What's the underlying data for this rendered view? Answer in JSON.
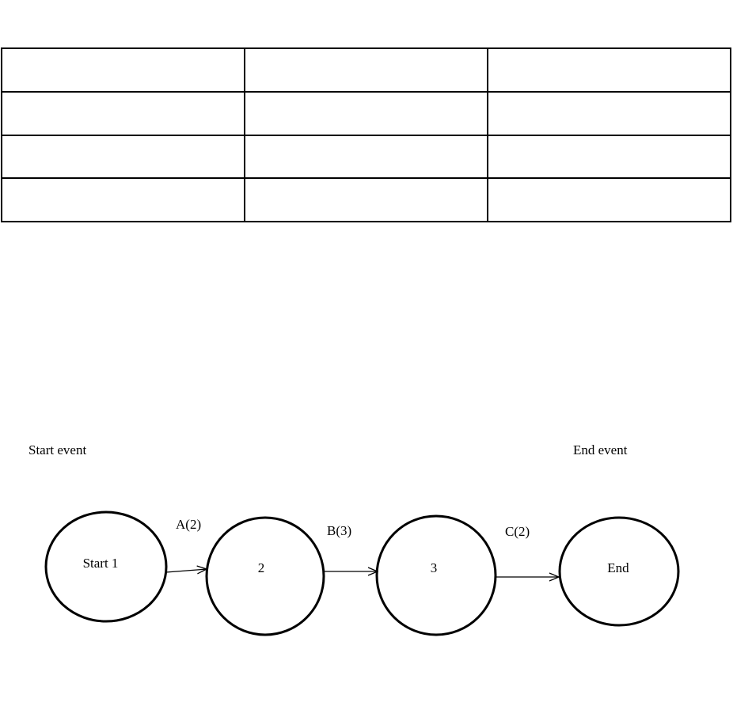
{
  "table": {
    "rows": [
      [
        "",
        "",
        ""
      ],
      [
        "",
        "",
        ""
      ],
      [
        "",
        "",
        ""
      ],
      [
        "",
        "",
        ""
      ]
    ]
  },
  "diagram": {
    "start_event_label": "Start event",
    "end_event_label": "End event",
    "nodes": [
      {
        "id": "start",
        "label": "Start 1"
      },
      {
        "id": "n2",
        "label": "2"
      },
      {
        "id": "n3",
        "label": "3"
      },
      {
        "id": "end",
        "label": "End"
      }
    ],
    "activities": [
      {
        "from": "start",
        "to": "n2",
        "label": "A(2)",
        "duration": 2
      },
      {
        "from": "n2",
        "to": "n3",
        "label": "B(3)",
        "duration": 3
      },
      {
        "from": "n3",
        "to": "end",
        "label": "C(2)",
        "duration": 2
      }
    ]
  }
}
